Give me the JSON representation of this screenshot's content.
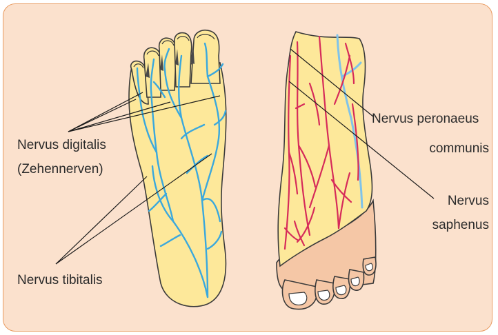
{
  "labels": {
    "digitalis_line1": "Nervus digitalis",
    "digitalis_line2": "(Zehennerven)",
    "tibitalis": "Nervus tibitalis",
    "peronaeus_line1": "Nervus peronaeus",
    "peronaeus_line2": "communis",
    "saphenus_line1": "Nervus",
    "saphenus_line2": "saphenus"
  },
  "colors": {
    "panel_background": "#fbe1cd",
    "panel_border": "#e99a5f",
    "foot_fill": "#fde89a",
    "skin_fill": "#f5c7a6",
    "nerve_blue": "#3aa8dd",
    "vessel_red": "#d62b5a",
    "outline": "#3a3a3a"
  }
}
